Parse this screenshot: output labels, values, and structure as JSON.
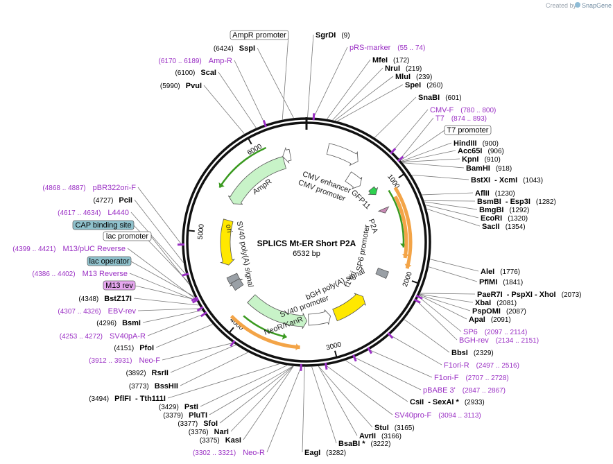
{
  "branding": {
    "created_by": "Created by",
    "product": "SnapGene"
  },
  "plasmid": {
    "name": "SPLICS Mt-ER Short P2A",
    "size": 6532,
    "size_label": "6532 bp"
  },
  "ticks": [
    "1000",
    "2000",
    "3000",
    "4000",
    "5000",
    "6000"
  ],
  "enzymes_left": [
    {
      "name": "SspI",
      "pos": "(6424)"
    },
    {
      "name": "ScaI",
      "pos": "(6100)"
    },
    {
      "name": "PvuI",
      "pos": "(5990)"
    },
    {
      "name": "PciI",
      "pos": "(4727)"
    },
    {
      "name": "BstZ17I",
      "pos": "(4348)"
    },
    {
      "name": "BsmI",
      "pos": "(4296)"
    },
    {
      "name": "PfoI",
      "pos": "(4151)"
    },
    {
      "name": "RsrII",
      "pos": "(3892)"
    },
    {
      "name": "BssHII",
      "pos": "(3773)"
    },
    {
      "name": "PflFI",
      "pos": "(3494)",
      "extra": "- Tth111I"
    },
    {
      "name": "PstI",
      "pos": "(3429)"
    },
    {
      "name": "PluTI",
      "pos": "(3379)"
    },
    {
      "name": "SfoI",
      "pos": "(3377)"
    },
    {
      "name": "NarI",
      "pos": "(3376)"
    },
    {
      "name": "KasI",
      "pos": "(3375)"
    }
  ],
  "enzymes_right": [
    {
      "name": "SgrDI",
      "pos": "(9)"
    },
    {
      "name": "MfeI",
      "pos": "(172)"
    },
    {
      "name": "NruI",
      "pos": "(219)"
    },
    {
      "name": "MluI",
      "pos": "(239)"
    },
    {
      "name": "SpeI",
      "pos": "(260)"
    },
    {
      "name": "SnaBI",
      "pos": "(601)"
    },
    {
      "name": "HindIII",
      "pos": "(900)"
    },
    {
      "name": "Acc65I",
      "pos": "(906)"
    },
    {
      "name": "KpnI",
      "pos": "(910)"
    },
    {
      "name": "BamHI",
      "pos": "(918)"
    },
    {
      "name": "BstXI",
      "extra": "- XcmI",
      "pos": "(1043)"
    },
    {
      "name": "AflII",
      "pos": "(1230)"
    },
    {
      "name": "BsmBI",
      "extra": "- Esp3I",
      "pos": "(1282)"
    },
    {
      "name": "BmgBI",
      "pos": "(1292)"
    },
    {
      "name": "EcoRI",
      "pos": "(1320)"
    },
    {
      "name": "SacII",
      "pos": "(1354)"
    },
    {
      "name": "AleI",
      "pos": "(1776)"
    },
    {
      "name": "PflMI",
      "pos": "(1841)"
    },
    {
      "name": "PaeR7I",
      "extra": "- PspXI - XhoI",
      "pos": "(2073)"
    },
    {
      "name": "XbaI",
      "pos": "(2081)"
    },
    {
      "name": "PspOMI",
      "pos": "(2087)"
    },
    {
      "name": "ApaI",
      "pos": "(2091)"
    },
    {
      "name": "BbsI",
      "pos": "(2329)"
    },
    {
      "name": "CsiI",
      "extra": "- SexAI *",
      "pos": "(2933)"
    },
    {
      "name": "StuI",
      "pos": "(3165)"
    },
    {
      "name": "AvrII",
      "pos": "(3166)"
    },
    {
      "name": "BsaBI *",
      "pos": "(3222)"
    },
    {
      "name": "EagI",
      "pos": "(3282)"
    }
  ],
  "features_right": [
    {
      "name": "pRS-marker",
      "pos": "(55 .. 74)"
    },
    {
      "name": "CMV-F",
      "pos": "(780 .. 800)"
    },
    {
      "name": "T7",
      "pos": "(874 .. 893)"
    },
    {
      "name": "SP6",
      "pos": "(2097 .. 2114)"
    },
    {
      "name": "BGH-rev",
      "pos": "(2134 .. 2151)"
    },
    {
      "name": "F1ori-R",
      "pos": "(2497 .. 2516)"
    },
    {
      "name": "F1ori-F",
      "pos": "(2707 .. 2728)"
    },
    {
      "name": "pBABE 3'",
      "pos": "(2847 .. 2867)"
    },
    {
      "name": "SV40pro-F",
      "pos": "(3094 .. 3113)"
    }
  ],
  "features_left": [
    {
      "name": "Amp-R",
      "pos": "(6170 .. 6189)"
    },
    {
      "name": "pBR322ori-F",
      "pos": "(4868 .. 4887)"
    },
    {
      "name": "L4440",
      "pos": "(4617 .. 4634)"
    },
    {
      "name": "M13/pUC Reverse",
      "pos": "(4399 .. 4421)"
    },
    {
      "name": "M13 Reverse",
      "pos": "(4386 .. 4402)"
    },
    {
      "name": "EBV-rev",
      "pos": "(4307 .. 4326)"
    },
    {
      "name": "SV40pA-R",
      "pos": "(4253 .. 4272)"
    },
    {
      "name": "Neo-F",
      "pos": "(3912 .. 3931)"
    },
    {
      "name": "Neo-R",
      "pos": "(3302 .. 3321)"
    }
  ],
  "boxed_labels": [
    {
      "name": "AmpR promoter",
      "style": "white"
    },
    {
      "name": "T7 promoter",
      "style": "white"
    },
    {
      "name": "CAP binding site",
      "style": "teal"
    },
    {
      "name": "lac promoter",
      "style": "white"
    },
    {
      "name": "lac operator",
      "style": "teal"
    },
    {
      "name": "M13 rev",
      "style": "pink"
    }
  ],
  "inner_features": [
    "CMV enhancer",
    "CMV promoter",
    "GFP11",
    "P2A",
    "SP6 promoter",
    "f1 ori",
    "bGH poly(A) signal",
    "SV40 promoter",
    "NeoR/KanR",
    "SV40 poly(A) signal",
    "ori",
    "AmpR"
  ],
  "colors": {
    "ring": "#111111",
    "feature_text": "#9a2fc4",
    "orf_green": "#c8f3c8",
    "promoter_white": "#ffffff",
    "ori_yellow": "#ffe800",
    "orange": "#f3a447",
    "teal_box": "#8fc1cc",
    "pink_box": "#e6a7ef",
    "grey": "#9aa0a6"
  }
}
